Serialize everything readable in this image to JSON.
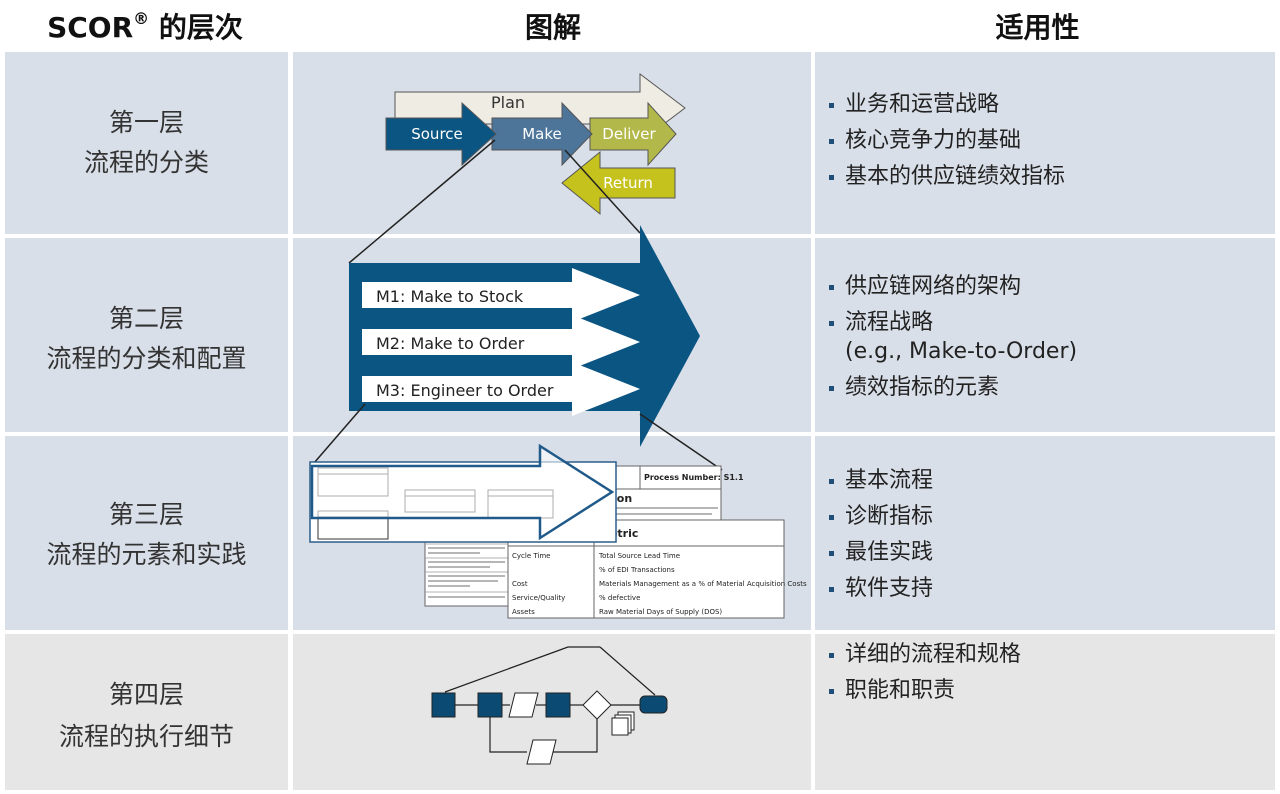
{
  "headers": {
    "level": "SCOR",
    "level_mark": "®",
    "level_suffix": " 的层次",
    "diagram": "图解",
    "applicability": "适用性"
  },
  "levels": [
    {
      "name_line1": "第一层",
      "name_line2": "流程的分类",
      "bullets": [
        "业务和运营战略",
        "核心竞争力的基础",
        "基本的供应链绩效指标"
      ]
    },
    {
      "name_line1": "第二层",
      "name_line2": "流程的分类和配置",
      "bullets": [
        "供应链网络的架构",
        "流程战略",
        "绩效指标的元素"
      ],
      "bullet2_sub": "(e.g., Make-to-Order)"
    },
    {
      "name_line1": "第三层",
      "name_line2": "流程的元素和实践",
      "bullets": [
        "基本流程",
        "诊断指标",
        "最佳实践",
        "软件支持"
      ]
    },
    {
      "name_line1": "第四层",
      "name_line2": "流程的执行细节",
      "bullets": [
        "详细的流程和规格",
        "职能和职责"
      ]
    }
  ],
  "level1_diagram": {
    "plan": "Plan",
    "source": "Source",
    "make": "Make",
    "deliver": "Deliver",
    "return": "Return"
  },
  "level2_diagram": {
    "m1": "M1: Make to Stock",
    "m2": "M2: Make to Order",
    "m3": "M3: Engineer to Order"
  },
  "level3_diagram": {
    "process_number": "Process Number: S1.1",
    "definition_fragment": "ition",
    "metric_header": "Metric",
    "metric_rows": [
      {
        "attr": "Cycle Time",
        "metric": "Total Source Lead Time"
      },
      {
        "attr": "",
        "metric": "% of EDI Transactions"
      },
      {
        "attr": "Cost",
        "metric": "Materials Management as a % of Material Acquisition Costs"
      },
      {
        "attr": "Service/Quality",
        "metric": "% defective"
      },
      {
        "attr": "Assets",
        "metric": "Raw Material Days of Supply (DOS)"
      }
    ]
  },
  "colors": {
    "row_bg": "#d9dfe8",
    "row_bg_last": "#e6e6e6",
    "navy": "#0b5583",
    "make_blue": "#4d7499",
    "deliver_olive": "#b3b84a",
    "return_olive": "#c6c21d",
    "plan_cream": "#eeece3"
  }
}
